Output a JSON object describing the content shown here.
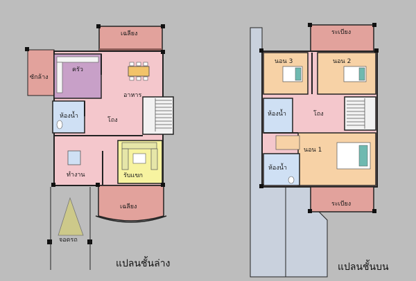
{
  "ground_floor": {
    "caption": "แปลนชั้นล่าง",
    "rooms": {
      "balcony_top": "เฉลียง",
      "laundry": "ซักล้าง",
      "kitchen": "ครัว",
      "dining": "อาหาร",
      "bathroom": "ห้องน้ำ",
      "hall": "โถง",
      "work": "ทำงาน",
      "living": "รับแขก",
      "balcony_bottom": "เฉลียง",
      "parking": "จอดรถ"
    }
  },
  "upper_floor": {
    "caption": "แปลนชั้นบน",
    "rooms": {
      "veranda_top": "ระเบียง",
      "bedroom3": "นอน 3",
      "bedroom2": "นอน 2",
      "bathroom_top": "ห้องน้ำ",
      "hall": "โถง",
      "bedroom1": "นอน 1",
      "bathroom_bottom": "ห้องน้ำ",
      "veranda_bottom": "ระเบียง"
    }
  },
  "colors": {
    "background": "#bdbdbd",
    "pink": "#f4c7cc",
    "salmon": "#e2a29c",
    "purple": "#c8a0c8",
    "blue": "#cfe0f4",
    "peach": "#f7d2a6",
    "yellow": "#f7f3a0",
    "olive": "#e6e6a8",
    "lightgray": "#c9d1dd",
    "wall": "#222222"
  }
}
